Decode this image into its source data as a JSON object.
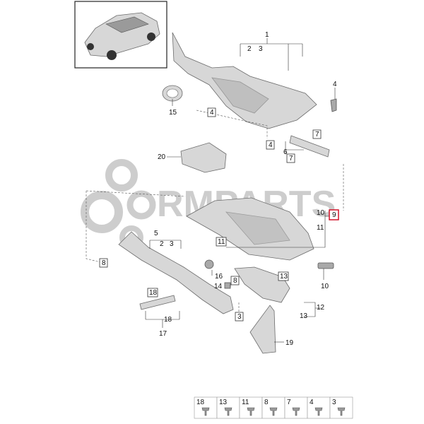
{
  "watermark": "RMPARTS",
  "callouts": {
    "c1": "1",
    "c2a": "2",
    "c3a": "3",
    "c4": "4",
    "c4box1": "4",
    "c4box2": "4",
    "c15": "15",
    "c7box1": "7",
    "c6": "6",
    "c7box2": "7",
    "c20": "20",
    "c10": "10",
    "c9": "9",
    "c11": "11",
    "c11box": "11",
    "c5": "5",
    "c2b": "2",
    "c3b": "3",
    "c8box1": "8",
    "c16": "16",
    "c13box": "13",
    "c8box2": "8",
    "c14": "14",
    "c10b": "10",
    "c18box": "18",
    "c18": "18",
    "c17": "17",
    "c3box": "3",
    "c12": "12",
    "c13b": "13",
    "c19": "19"
  },
  "legend": [
    "18",
    "13",
    "11",
    "8",
    "7",
    "4",
    "3"
  ],
  "icons": {
    "car": "car-thumbnail-icon",
    "gear": "gear-watermark-icon"
  },
  "colors": {
    "highlight": "#d0021b",
    "part": "#d7d7d7",
    "watermark": "#c8c8c8"
  }
}
